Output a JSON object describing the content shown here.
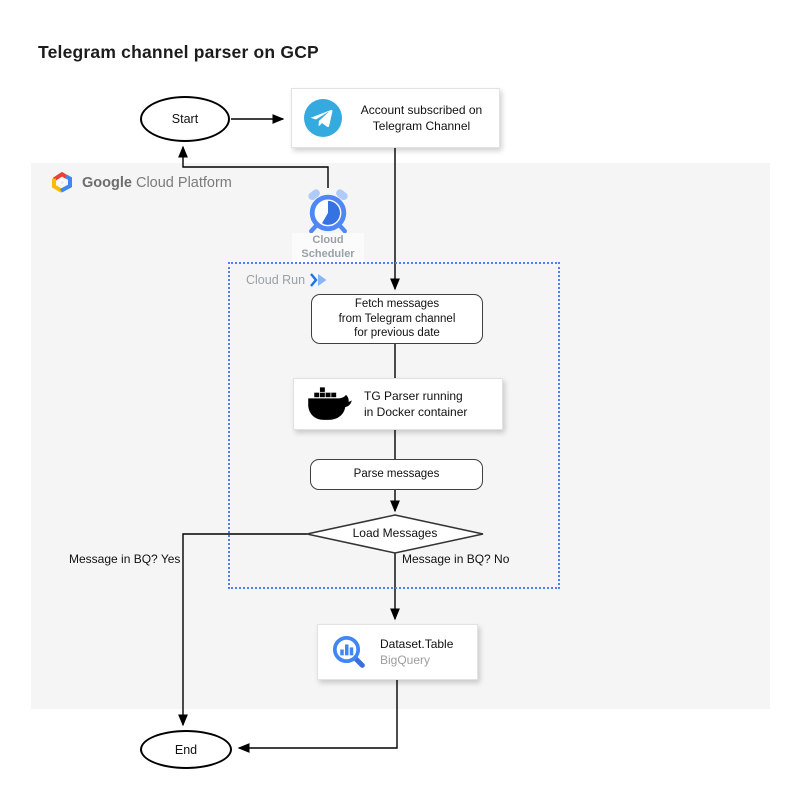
{
  "title": "Telegram channel parser on GCP",
  "nodes": {
    "start": {
      "label": "Start"
    },
    "telegram": {
      "line1": "Account subscribed on",
      "line2": "Telegram Channel"
    },
    "gcp": {
      "brand_bold": "Google",
      "brand_rest": "Cloud Platform"
    },
    "scheduler": {
      "label_line1": "Cloud",
      "label_line2": "Scheduler"
    },
    "cloud_run": {
      "label": "Cloud Run"
    },
    "fetch": {
      "line1": "Fetch messages",
      "line2": "from Telegram channel",
      "line3": "for previous date"
    },
    "docker": {
      "line1": "TG Parser running",
      "line2": "in Docker container"
    },
    "parse": {
      "label": "Parse messages"
    },
    "decision": {
      "label": "Load Messages"
    },
    "bigquery": {
      "line1": "Dataset.Table",
      "line2": "BigQuery"
    },
    "end": {
      "label": "End"
    }
  },
  "edges": {
    "yes_label": "Message in BQ? Yes",
    "no_label": "Message in BQ? No"
  },
  "colors": {
    "telegram_blue": "#34AADF",
    "google_blue": "#4285F4",
    "dotted_border": "#4D7EF7",
    "gcp_region_bg": "#F5F5F5",
    "muted_text": "#9AA0A6"
  }
}
